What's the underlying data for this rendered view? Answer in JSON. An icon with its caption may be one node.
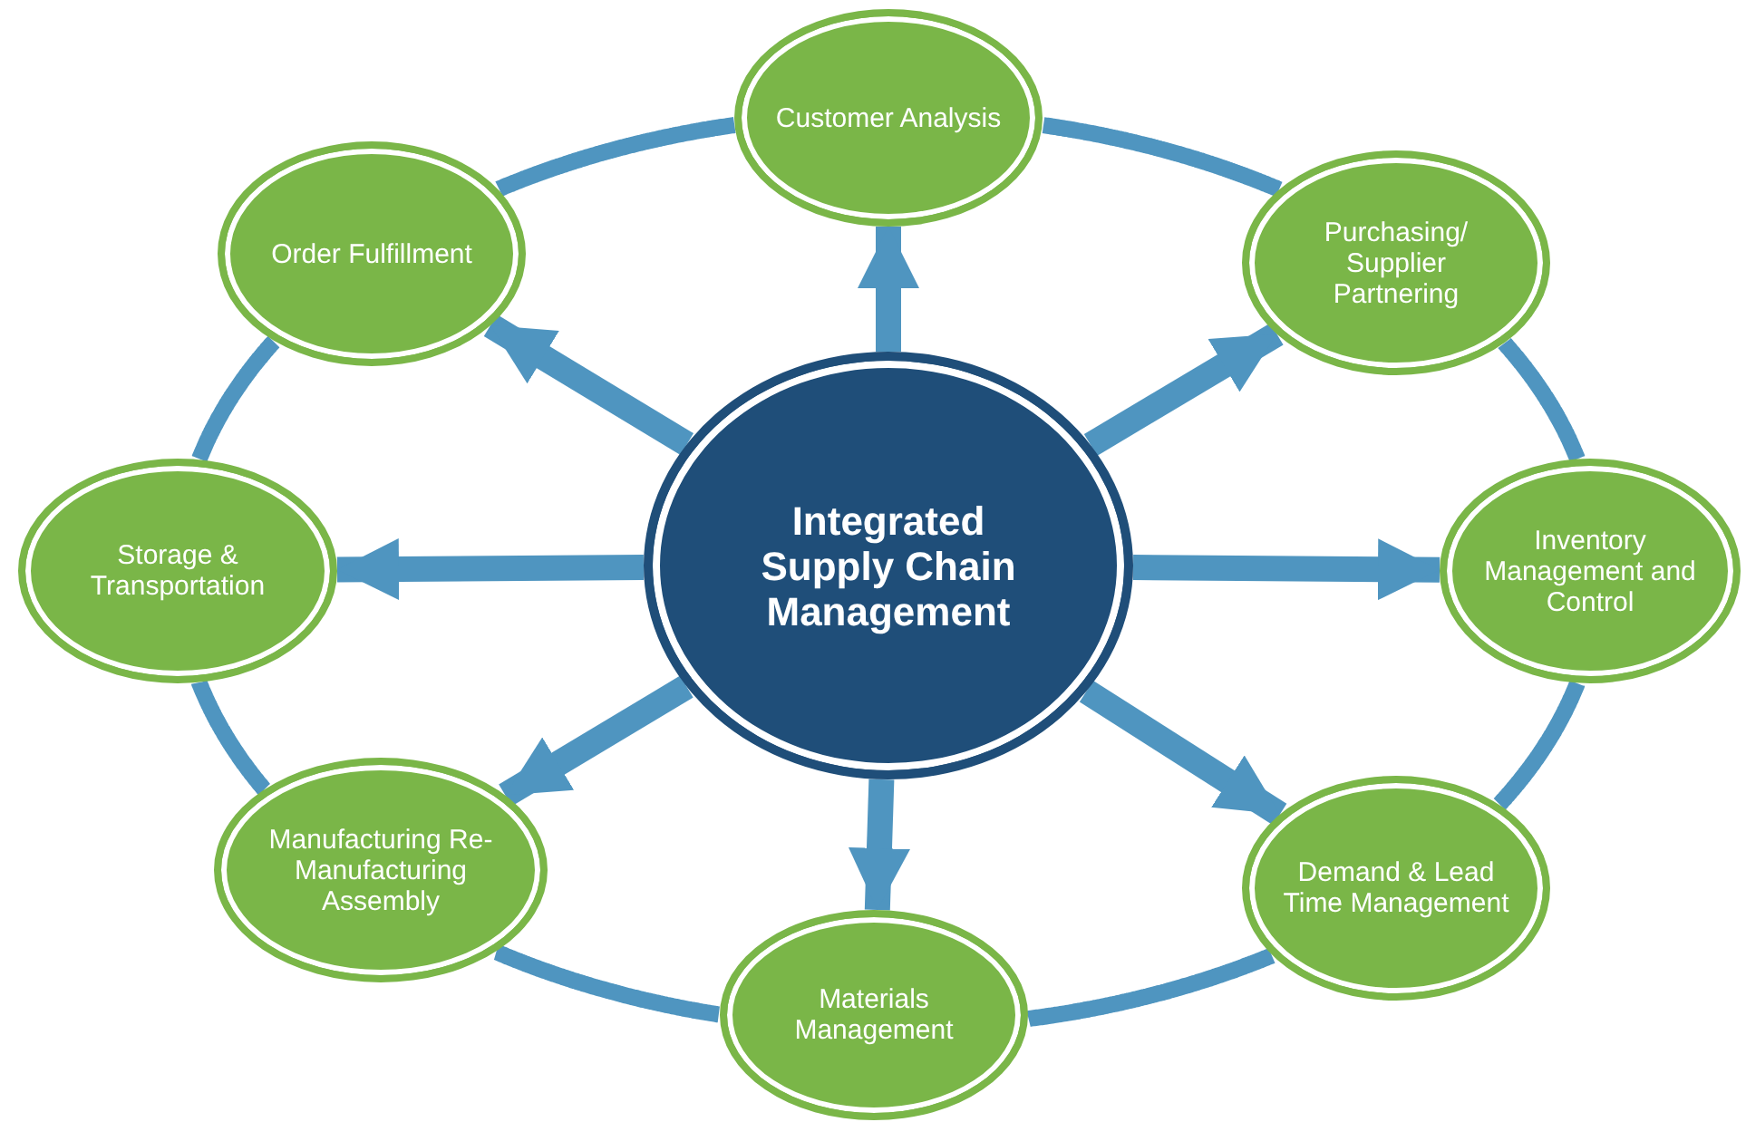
{
  "diagram": {
    "nodes": [
      {
        "text": [
          "Integrated Supply Chain Management"
        ]
      },
      {
        "text": [
          "Customer Analysis"
        ]
      },
      {
        "text": [
          "Purchasing/ Supplier Partnering"
        ]
      },
      {
        "text": [
          "Inventory Management and Control"
        ]
      },
      {
        "text": [
          "Demand & Lead Time Management"
        ]
      },
      {
        "text": [
          "Materials Management"
        ]
      },
      {
        "text": [
          "Manufacturing Re-Manufacturing Assembly"
        ]
      },
      {
        "text": [
          "Storage & Transportation"
        ]
      },
      {
        "text": [
          "Order Fulfillment"
        ]
      }
    ],
    "edges": [
      {
        "from": 0,
        "to": 1,
        "arrow": "to"
      },
      {
        "from": 0,
        "to": 2,
        "arrow": "to"
      },
      {
        "from": 0,
        "to": 3,
        "arrow": "to"
      },
      {
        "from": 0,
        "to": 4,
        "arrow": "to"
      },
      {
        "from": 0,
        "to": 5,
        "arrow": "to"
      },
      {
        "from": 0,
        "to": 6,
        "arrow": "to"
      },
      {
        "from": 0,
        "to": 7,
        "arrow": "to"
      },
      {
        "from": 0,
        "to": 8,
        "arrow": "to"
      },
      {
        "from": 1,
        "to": 2,
        "arrow": "none"
      },
      {
        "from": 2,
        "to": 3,
        "arrow": "none"
      },
      {
        "from": 3,
        "to": 4,
        "arrow": "none"
      },
      {
        "from": 4,
        "to": 5,
        "arrow": "none"
      },
      {
        "from": 5,
        "to": 6,
        "arrow": "none"
      },
      {
        "from": 6,
        "to": 7,
        "arrow": "none"
      },
      {
        "from": 7,
        "to": 8,
        "arrow": "none"
      },
      {
        "from": 8,
        "to": 1,
        "arrow": "none"
      }
    ]
  }
}
